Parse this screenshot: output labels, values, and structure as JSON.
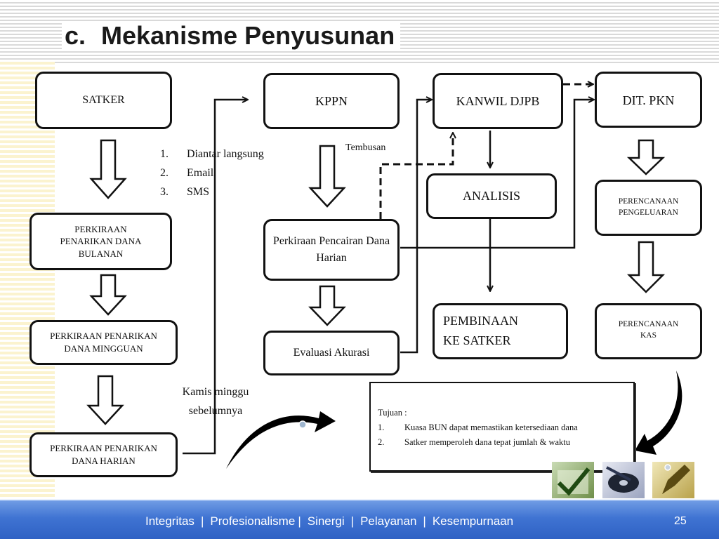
{
  "title": {
    "letter": "c.",
    "text": "Mekanisme Penyusunan"
  },
  "boxes": {
    "satker": "SATKER",
    "perkiraan_bulanan": "PERKIRAAN PENARIKAN DANA BULANAN",
    "perkiraan_mingguan": "PERKIRAAN PENARIKAN DANA MINGGUAN",
    "perkiraan_harian": "PERKIRAAN PENARIKAN DANA HARIAN",
    "kppn": "KPPN",
    "perkiraan_pencairan": "Perkiraan Pencairan Dana Harian",
    "evaluasi": "Evaluasi Akurasi",
    "kanwil": "KANWIL DJPB",
    "analisis": "ANALISIS",
    "pembinaan": "PEMBINAAN KE SATKER",
    "dit_pkn": "DIT. PKN",
    "perencanaan_pengeluaran": "PERENCANAAN PENGELUARAN",
    "perencanaan_kas": "PERENCANAAN KAS"
  },
  "channels": [
    {
      "num": "1.",
      "label": "Diantar langsung"
    },
    {
      "num": "2.",
      "label": "Email"
    },
    {
      "num": "3.",
      "label": "SMS"
    }
  ],
  "tembusan": "Tembusan",
  "kamis": {
    "line1": "Kamis minggu",
    "line2": "sebelumnya"
  },
  "tujuan": {
    "heading": "Tujuan :",
    "items": [
      {
        "num": "1.",
        "text": "Kuasa BUN dapat memastikan ketersediaan dana"
      },
      {
        "num": "2.",
        "text": "Satker memperoleh dana tepat jumlah & waktu"
      }
    ]
  },
  "footer": {
    "values": [
      "Integritas",
      "Profesionalisme",
      "Sinergi",
      "Pelayanan",
      "Kesempurnaan"
    ],
    "separator": "|",
    "page_number": "25"
  },
  "icons": [
    "check-icon",
    "disc-icon",
    "pen-icon"
  ],
  "colors": {
    "footer_blue": "#3f73d2",
    "stripe_yellow": "#fbf3cf",
    "line_black": "#111111"
  }
}
